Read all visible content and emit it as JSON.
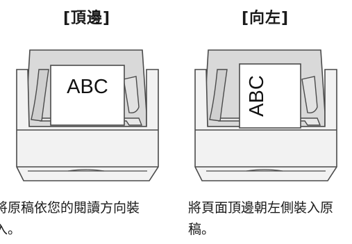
{
  "panels": [
    {
      "title": "[頂邊]",
      "paper_text": "ABC",
      "paper_orientation": "upright",
      "caption": "將原稿依您的閱讀方向裝入。"
    },
    {
      "title": "[向左]",
      "paper_text": "ABC",
      "paper_orientation": "rotated-left",
      "caption": "將頁面頂邊朝左側裝入原稿。"
    }
  ],
  "colors": {
    "outline": "#4a4a4a",
    "body_fill": "#f2f2f2",
    "panel_fill": "#d9d9d9",
    "paper_fill": "#ffffff"
  }
}
